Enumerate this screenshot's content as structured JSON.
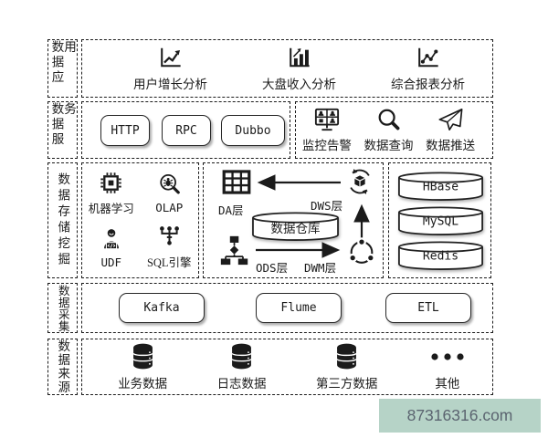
{
  "colors": {
    "line": "#1b1b1b",
    "watermark_bg": "#b6d3c7",
    "watermark_fg": "#5b6470"
  },
  "watermark": {
    "text": "87316316.com"
  },
  "layers": [
    {
      "label": "数据应用",
      "items": [
        {
          "icon": "line-chart-icon",
          "label": "用户增长分析"
        },
        {
          "icon": "bar-chart-icon",
          "label": "大盘收入分析"
        },
        {
          "icon": "scatter-chart-icon",
          "label": "综合报表分析"
        }
      ]
    },
    {
      "label": "数据服务",
      "protocols": [
        {
          "label": "HTTP"
        },
        {
          "label": "RPC"
        },
        {
          "label": "Dubbo"
        }
      ],
      "services": [
        {
          "icon": "monitor-alert-icon",
          "label": "监控告警"
        },
        {
          "icon": "search-icon",
          "label": "数据查询"
        },
        {
          "icon": "paper-plane-icon",
          "label": "数据推送"
        }
      ]
    },
    {
      "label": "数据存储挖掘",
      "mining": [
        {
          "icon": "chip-icon",
          "label": "机器学习"
        },
        {
          "icon": "bug-search-icon",
          "label": "OLAP"
        },
        {
          "icon": "developer-icon",
          "label": "UDF"
        },
        {
          "icon": "branch-icon",
          "label": "SQL引擎"
        }
      ],
      "warehouse": {
        "da_label": "DA层",
        "dws_label": "DWS层",
        "center_label": "数据仓库",
        "ods_label": "ODS层",
        "dwm_label": "DWM层"
      },
      "storage": [
        {
          "label": "HBase"
        },
        {
          "label": "MySQL"
        },
        {
          "label": "Redis"
        }
      ]
    },
    {
      "label": "数据采集",
      "tools": [
        {
          "label": "Kafka"
        },
        {
          "label": "Flume"
        },
        {
          "label": "ETL"
        }
      ]
    },
    {
      "label": "数据来源",
      "sources": [
        {
          "icon": "database-icon",
          "label": "业务数据"
        },
        {
          "icon": "database-icon",
          "label": "日志数据"
        },
        {
          "icon": "database-icon",
          "label": "第三方数据"
        },
        {
          "icon": "ellipsis-icon",
          "label": "其他"
        }
      ]
    }
  ]
}
